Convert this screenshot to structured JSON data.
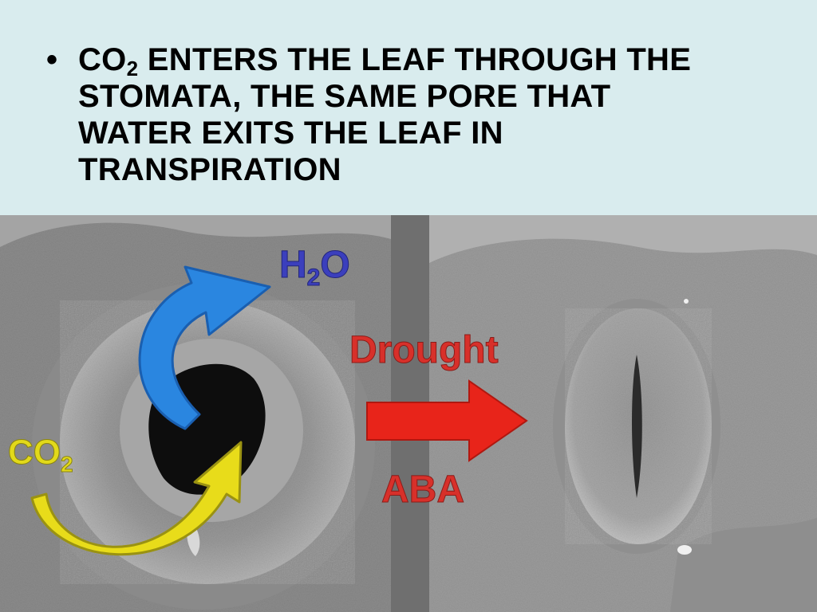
{
  "slide": {
    "bullet_symbol": "•",
    "bullet_text_co": "CO",
    "bullet_text_sub": "2",
    "bullet_text_rest": " ENTERS THE LEAF THROUGH THE STOMATA, THE SAME PORE THAT WATER EXITS THE LEAF IN TRANSPIRATION"
  },
  "figure": {
    "h2o_h": "H",
    "h2o_sub": "2",
    "h2o_o": "O",
    "co2_co": "CO",
    "co2_sub": "2",
    "drought_label": "Drought",
    "aba_label": "ABA"
  },
  "colors": {
    "background": "#d9ecee",
    "h2o_arrow": "#2a86e0",
    "h2o_text": "#3b3fbd",
    "co2_arrow": "#e8dc1a",
    "co2_text": "#e2d91a",
    "drought_arrow": "#e8241a",
    "drought_text": "#d8302a"
  }
}
